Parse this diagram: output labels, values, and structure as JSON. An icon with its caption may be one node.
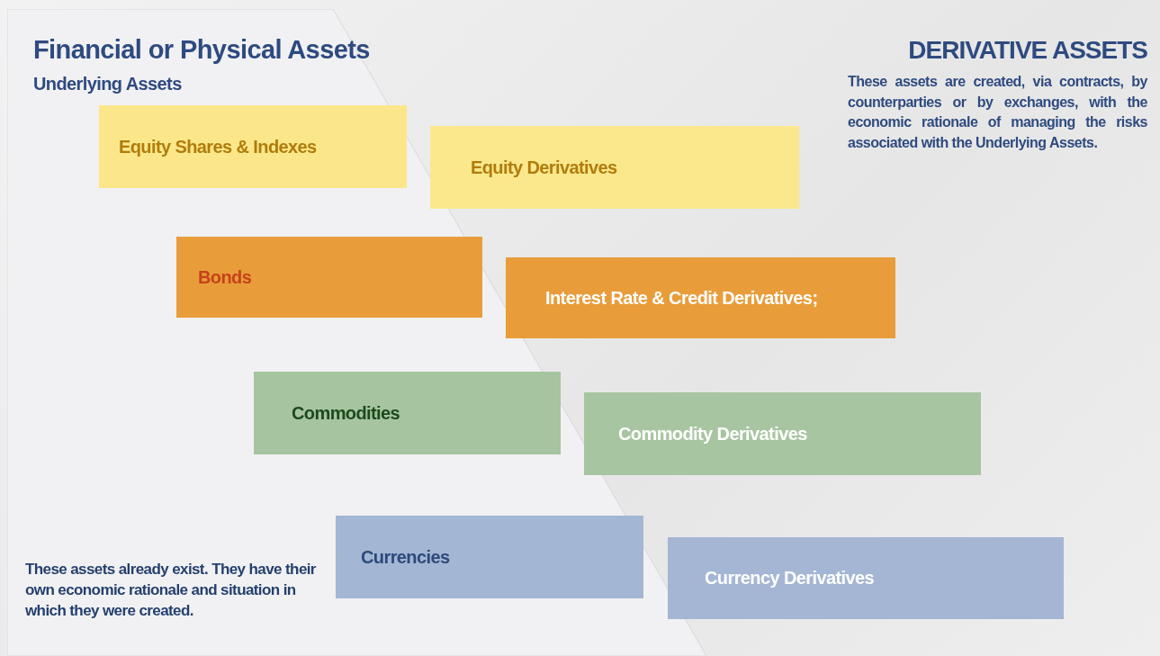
{
  "diagram": {
    "nodes": [
      {
        "text": [
          "Financial or Physical Assets",
          "Underlying Assets",
          "These assets already exist. They have their own economic rationale and situation in which they were created."
        ]
      },
      {
        "text": [
          "Equity Shares & Indexes"
        ],
        "in": 0
      },
      {
        "text": [
          "Equity Derivatives"
        ]
      },
      {
        "text": [
          "Bonds"
        ],
        "in": 0
      },
      {
        "text": [
          "Interest Rate & Credit Derivatives;"
        ]
      },
      {
        "text": [
          "Commodities"
        ],
        "in": 0
      },
      {
        "text": [
          "Commodity Derivatives"
        ]
      },
      {
        "text": [
          "Currencies"
        ],
        "in": 0
      },
      {
        "text": [
          "Currency Derivatives"
        ]
      }
    ],
    "labels": [
      "DERIVATIVE ASSETS",
      "These assets are created, via contracts, by counterparties or by exchanges, with the economic rationale of managing the risks associated with the Underlying Assets."
    ]
  }
}
